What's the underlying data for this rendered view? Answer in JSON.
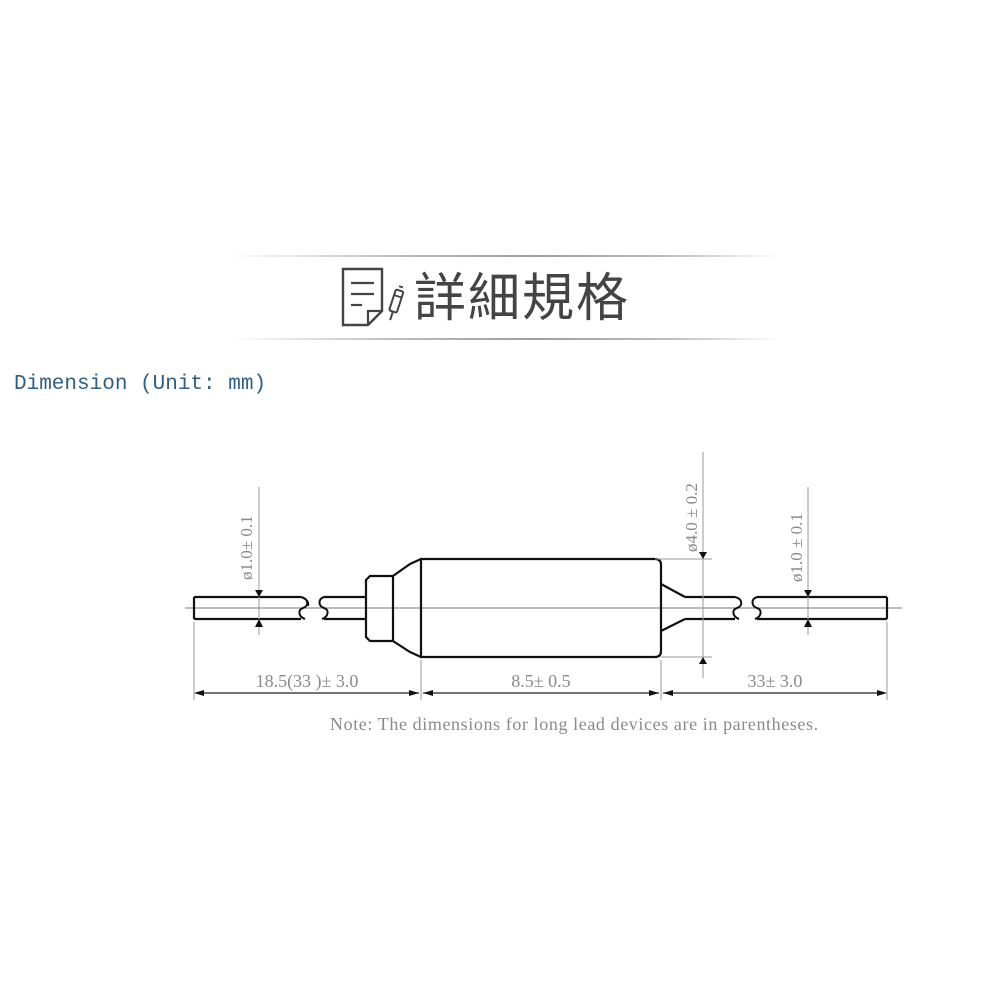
{
  "banner": {
    "title": "詳細規格",
    "icon": "document-pen-icon"
  },
  "heading": {
    "text": "Dimension (Unit: mm)",
    "color": "#2f5f86"
  },
  "drawing": {
    "component": "axial-lead cylindrical component",
    "dimensions": {
      "left_lead_diameter": "ø1.0± 0.1",
      "body_diameter": "ø4.0 ± 0.2",
      "right_lead_diameter": "ø1.0 ± 0.1",
      "left_lead_length": "18.5(33 )± 3.0",
      "body_length": "8.5± 0.5",
      "right_lead_length": "33± 3.0"
    },
    "line_color": "#111111",
    "dimension_color": "#8a8a8a"
  },
  "note": {
    "text": "Note: The dimensions for long lead devices are in parentheses."
  }
}
